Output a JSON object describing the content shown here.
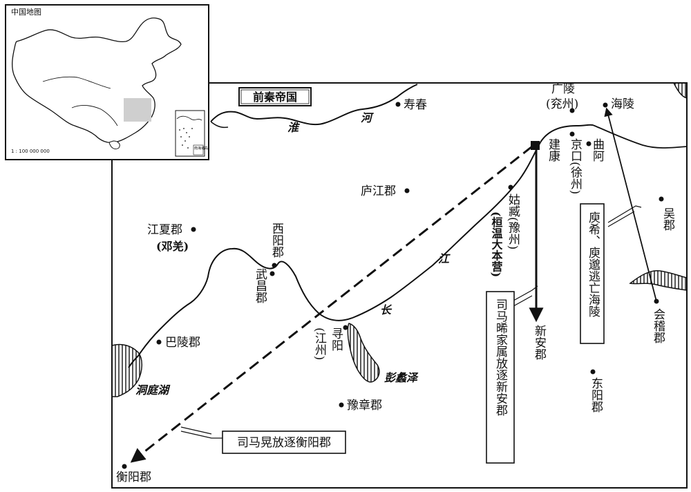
{
  "inset": {
    "title": "中国地图",
    "scale": "1 : 100 000 000",
    "south_china_sea_label": "南海诸岛"
  },
  "map_title": "前秦帝国",
  "rivers": {
    "huai_1": "淮",
    "huai_2": "河",
    "chang_1": "长",
    "chang_2": "江"
  },
  "lakes": {
    "dongting": "洞庭湖",
    "pengli": "彭蠡泽"
  },
  "places": {
    "shouchun": "寿春",
    "guangling": "广陵",
    "yanzhou": "(兖州)",
    "hailing": "海陵",
    "jiankang": "建康",
    "jingkou": "京口(徐州)",
    "qua": "曲阿",
    "lujiang": "庐江郡",
    "gushu": "姑臧(豫州)",
    "huanwen": "(桓温大本营)",
    "wujun": "吴郡",
    "jiangxia": "江夏郡",
    "dengqiang": "(邓羌)",
    "xiyang": "西阳郡",
    "wuchang": "武昌郡",
    "xunyang": "寻阳",
    "jiangzhou": "(江州)",
    "baling": "巴陵郡",
    "xinan": "新安郡",
    "dongyang": "东阳郡",
    "kuaiji": "会稽郡",
    "yuzhang": "豫章郡",
    "hengyang": "衡阳郡"
  },
  "notes": {
    "yu_exile": "庾希、庾邈逃亡海陵",
    "sima_xi": "司马晞家属放逐新安郡",
    "sima_huang": "司马晃放逐衡阳郡"
  }
}
